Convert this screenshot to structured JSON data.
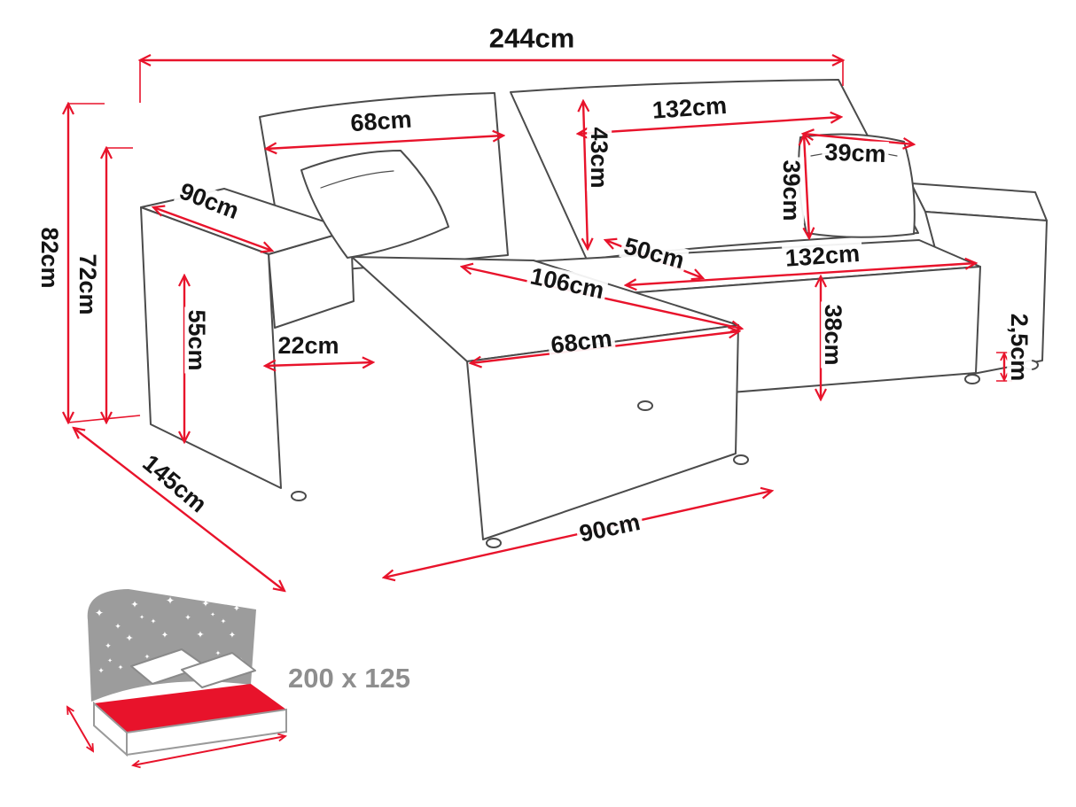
{
  "diagram": {
    "unit": "cm",
    "labels": {
      "overall_width": "244cm",
      "back_cushion_small_width": "68cm",
      "back_cushion_large_width": "132cm",
      "back_cushion_height": "43cm",
      "pillow_width": "39cm",
      "pillow_height": "39cm",
      "armrest_depth": "90cm",
      "seat_depth": "50cm",
      "right_seat_width": "132cm",
      "chaise_diagonal": "106cm",
      "overall_height": "82cm",
      "seat_back_height": "72cm",
      "armrest_height": "55cm",
      "armrest_width": "22cm",
      "chaise_width": "68cm",
      "seat_height": "38cm",
      "leg_height": "2,5cm",
      "total_depth": "145cm",
      "chaise_front_width": "90cm"
    },
    "sleeping_area": {
      "label": "200 x 125"
    },
    "colors": {
      "dimension_line": "#e8132b",
      "outline": "#4b4b4b",
      "icon_gray": "#9c9c9c",
      "label_text": "#141414",
      "sleeping_text": "#8e8e8e"
    }
  }
}
